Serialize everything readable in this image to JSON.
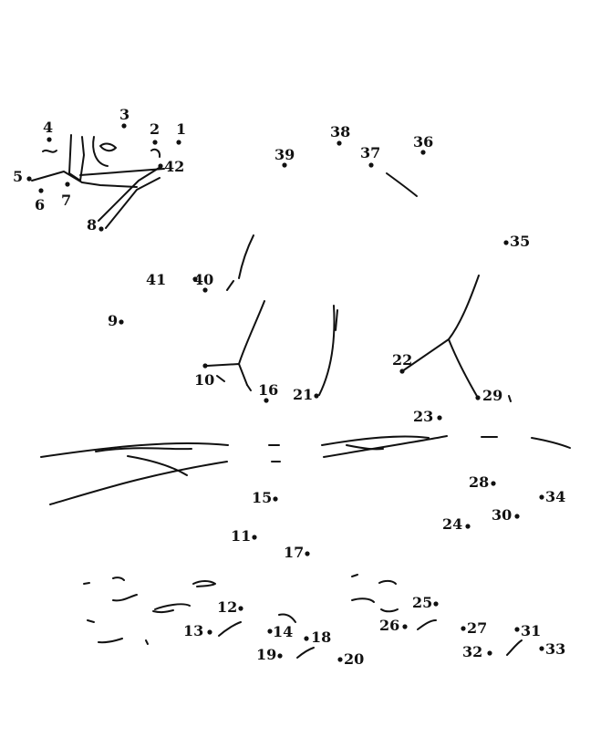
{
  "puzzle": {
    "type": "connect-the-dots",
    "ink_color": "#111111",
    "paper_color": "#ffffff",
    "points": [
      {
        "n": "1"
      },
      {
        "n": "2"
      },
      {
        "n": "3"
      },
      {
        "n": "4"
      },
      {
        "n": "5"
      },
      {
        "n": "6"
      },
      {
        "n": "7"
      },
      {
        "n": "8"
      },
      {
        "n": "9"
      },
      {
        "n": "10"
      },
      {
        "n": "11"
      },
      {
        "n": "12"
      },
      {
        "n": "13"
      },
      {
        "n": "14"
      },
      {
        "n": "15"
      },
      {
        "n": "16"
      },
      {
        "n": "17"
      },
      {
        "n": "18"
      },
      {
        "n": "19"
      },
      {
        "n": "20"
      },
      {
        "n": "21"
      },
      {
        "n": "22"
      },
      {
        "n": "23"
      },
      {
        "n": "24"
      },
      {
        "n": "25"
      },
      {
        "n": "26"
      },
      {
        "n": "27"
      },
      {
        "n": "28"
      },
      {
        "n": "29"
      },
      {
        "n": "30"
      },
      {
        "n": "31"
      },
      {
        "n": "32"
      },
      {
        "n": "33"
      },
      {
        "n": "34"
      },
      {
        "n": "35"
      },
      {
        "n": "36"
      },
      {
        "n": "37"
      },
      {
        "n": "38"
      },
      {
        "n": "39"
      },
      {
        "n": "40"
      },
      {
        "n": "41"
      },
      {
        "n": "42"
      }
    ]
  }
}
